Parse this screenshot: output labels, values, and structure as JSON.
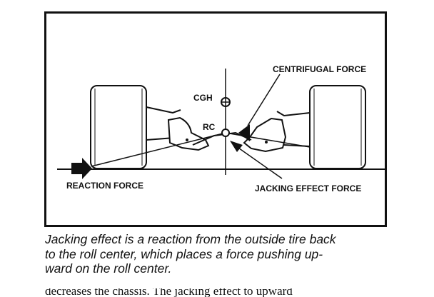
{
  "diagram": {
    "labels": {
      "cgh": "CGH",
      "rc": "RC",
      "centrifugal_force": "CENTRIFUGAL FORCE",
      "reaction_force": "REACTION FORCE",
      "jacking_effect_force": "JACKING EFFECT FORCE"
    }
  },
  "caption": {
    "lines": [
      "Jacking effect is a reaction from the outside tire back",
      "to the roll center, which places a force pushing up-",
      "ward on the roll center."
    ]
  },
  "body_fragment": "decreases the chassis. The jacking effect to upward"
}
